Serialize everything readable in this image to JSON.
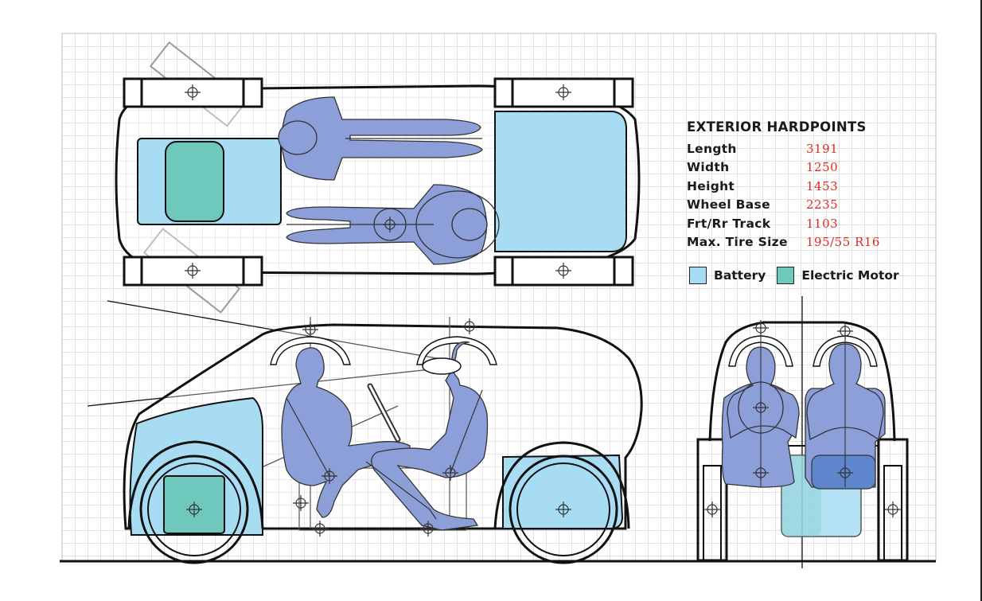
{
  "colors": {
    "battery": "#a8dcf2",
    "motor": "#6fc8bc",
    "occupant": "#8d9fd8",
    "grid": "#bdbdbd",
    "outline": "#111111",
    "value_red": "#e02a1e"
  },
  "specs": {
    "title": "EXTERIOR HARDPOINTS",
    "rows": [
      {
        "label": "Length",
        "value": "3191"
      },
      {
        "label": "Width",
        "value": "1250"
      },
      {
        "label": "Height",
        "value": "1453"
      },
      {
        "label": "Wheel Base",
        "value": "2235"
      },
      {
        "label": "Frt/Rr Track",
        "value": "1103"
      },
      {
        "label": "Max. Tire Size",
        "value": "195/55 R16"
      }
    ]
  },
  "legend": {
    "battery_label": "Battery",
    "motor_label": "Electric Motor"
  }
}
